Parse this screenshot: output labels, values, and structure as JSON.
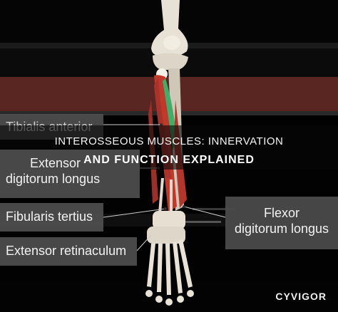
{
  "title": {
    "line1": "INTEROSSEOUS MUSCLES: INNERVATION",
    "line2": "AND FUNCTION EXPLAINED"
  },
  "labels": {
    "tibialis_anterior": "Tibialis anterior",
    "extensor_digitorum_longus_line1": "Extensor",
    "extensor_digitorum_longus_line2": "digitorum longus",
    "fibularis_tertius": "Fibularis tertius",
    "extensor_retinaculum": "Extensor retinaculum",
    "flexor_digitorum_longus_line1": "Flexor",
    "flexor_digitorum_longus_line2": "digitorum longus"
  },
  "brand": "CYVIGOR",
  "colors": {
    "label_bg": "#4e4e4e",
    "muscle_red": "#c0392b",
    "muscle_highlight": "#3fae6a",
    "bone": "#e8e2d6"
  }
}
